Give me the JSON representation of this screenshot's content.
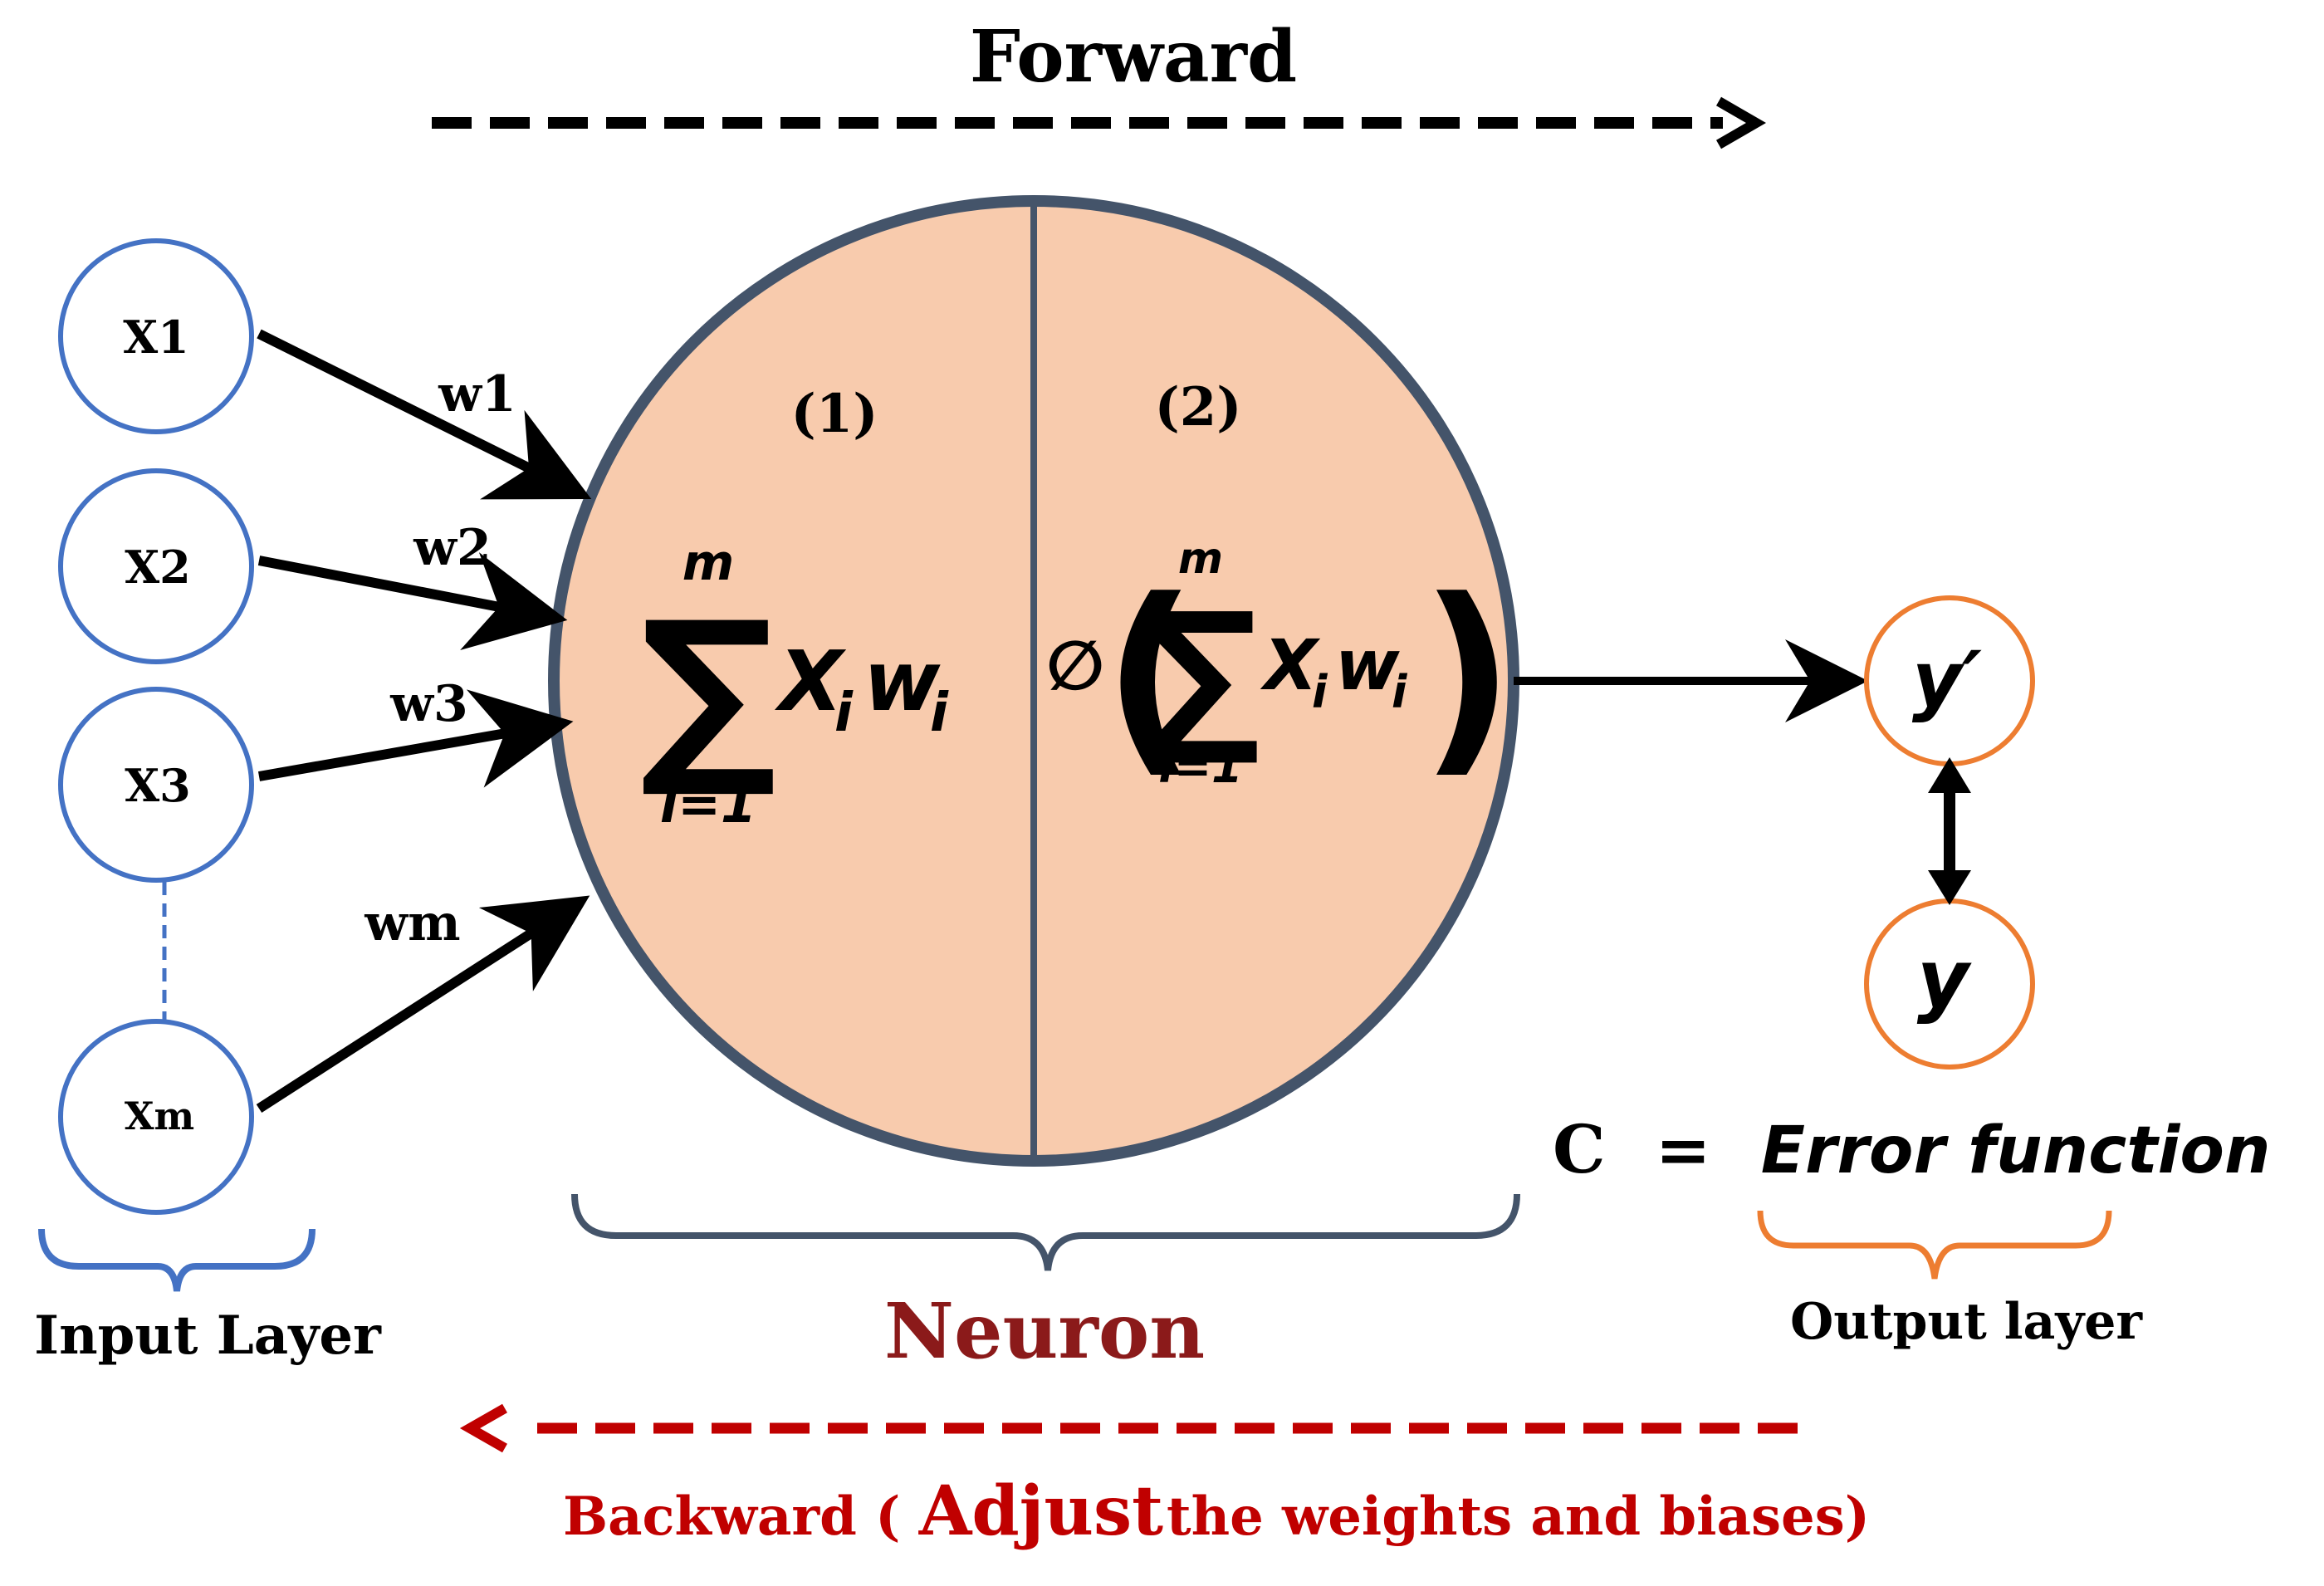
{
  "diagram": {
    "forward_label": "Forward",
    "backward_label_main": "Backward ( ",
    "backward_label_adjust": "Adjust",
    "backward_label_tail": " the weights and biases)",
    "inputs": [
      {
        "label": "X1",
        "weight": "w1"
      },
      {
        "label": "X2",
        "weight": "w2"
      },
      {
        "label": "X3",
        "weight": "w3"
      },
      {
        "label": "Xm",
        "weight": "wm"
      }
    ],
    "input_layer_label": "Input Layer",
    "neuron": {
      "part1_label": "(1)",
      "part2_label": "(2)",
      "sum_upper": "m",
      "sum_lower": "i=1",
      "sum_symbol": "∑",
      "term_x": "X",
      "term_x_sub": "i",
      "term_w": "w",
      "term_w_sub": "i",
      "activation_symbol": "∅",
      "paren_open": "(",
      "paren_close": ")",
      "label": "Neuron"
    },
    "outputs": {
      "predicted": "y′",
      "actual": "y"
    },
    "error_c": "C",
    "error_eq": "=",
    "error_text": "Error function",
    "output_layer_label": "Output layer",
    "colors": {
      "neuron_fill": "#F8CBAD",
      "neuron_stroke": "#44546A",
      "input_stroke": "#4472C4",
      "output_stroke": "#ED7D31",
      "backward": "#C00000",
      "neuron_label": "#8B1A1A",
      "text": "#000000"
    }
  }
}
